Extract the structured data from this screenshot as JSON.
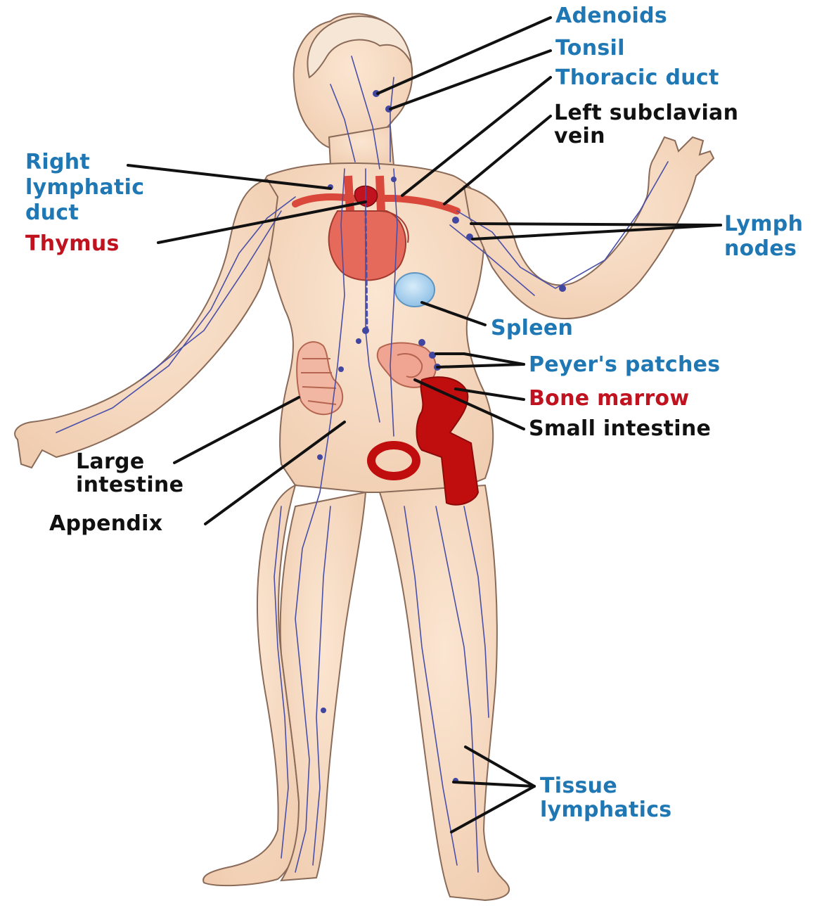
{
  "colors": {
    "skin": "#f7dcc4",
    "skin_outline": "#8a6a58",
    "lymph_vessel": "#4a4fa8",
    "organ_red": "#d9483b",
    "bone_marrow": "#c00d0d",
    "spleen": "#a8d0ee",
    "label_blue": "#1f78b4",
    "label_red": "#c1121f",
    "label_black": "#111111"
  },
  "labels": {
    "adenoids": "Adenoids",
    "tonsil": "Tonsil",
    "thoracic_duct": "Thoracic duct",
    "left_subclavian_vein_1": "Left subclavian",
    "left_subclavian_vein_2": "vein",
    "right_lymphatic_duct_1": "Right",
    "right_lymphatic_duct_2": "lymphatic",
    "right_lymphatic_duct_3": "duct",
    "thymus": "Thymus",
    "lymph_nodes_1": "Lymph",
    "lymph_nodes_2": "nodes",
    "spleen": "Spleen",
    "peyers_patches": "Peyer's patches",
    "bone_marrow": "Bone marrow",
    "small_intestine": "Small intestine",
    "large_intestine_1": "Large",
    "large_intestine_2": "intestine",
    "appendix": "Appendix",
    "tissue_lymphatics_1": "Tissue",
    "tissue_lymphatics_2": "lymphatics"
  }
}
